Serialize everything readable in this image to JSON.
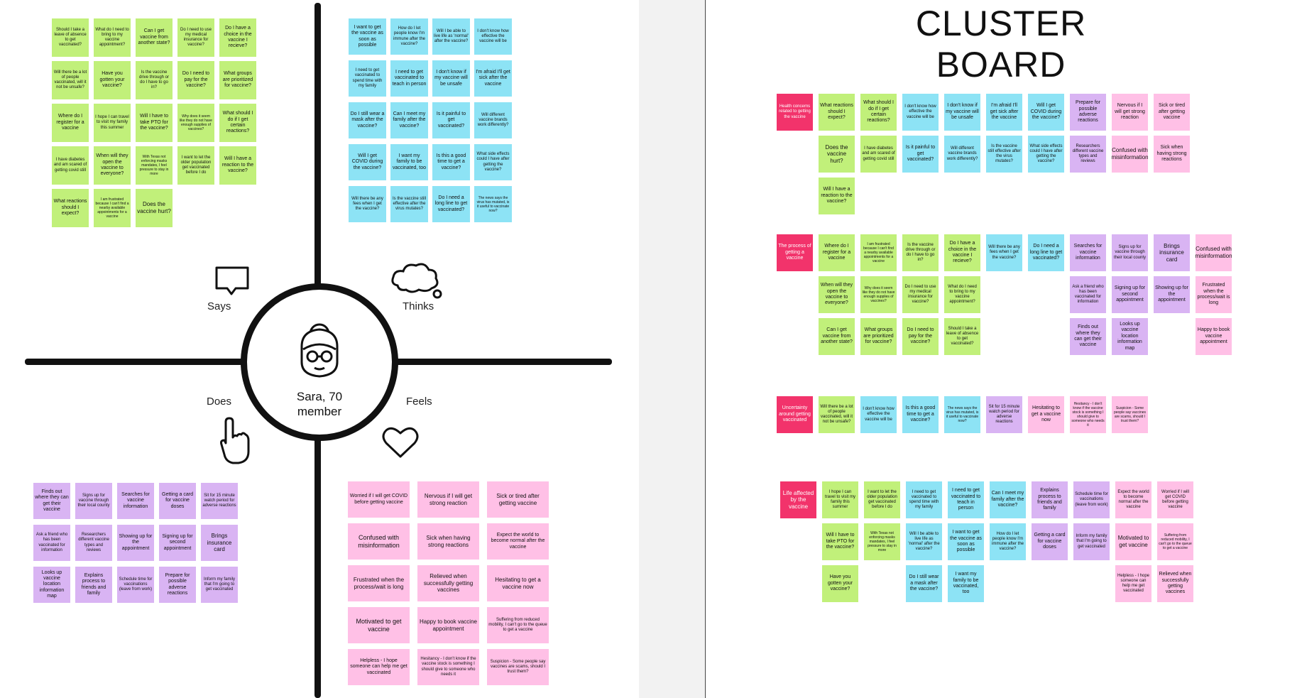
{
  "title": "CLUSTER BOARD",
  "empathy_map": {
    "persona": {
      "name": "Sara, 70",
      "role": "member"
    },
    "quadrants": {
      "says": {
        "label": "Says",
        "color": "#c1f07a",
        "notes": [
          "Should I take a leave of absence to get vaccinated?",
          "What do I need to bring to my vaccine appointment?",
          "Can I get vaccine from another state?",
          "Do I need to use my medical insurance for vaccine?",
          "Do I have a choice in the vaccine I recieve?",
          "Will there be a lot of people vaccinated, will it not be unsafe?",
          "Have you gotten your vaccine?",
          "Is the vaccine drive through or do I have to go in?",
          "Do I need to pay for the vaccine?",
          "What groups are prioritized for vaccine?",
          "Where do I register for a vaccine",
          "I hope I can travel to visit my family this summer",
          "Will I have to take PTO for the vaccine?",
          "Why does it seem like they do not have enough supplies of vaccines?",
          "What should I do if I get certain reactions?",
          "I have diabetes and am scared of getting covid still",
          "When will they open the vaccine to everyone?",
          "With Texas not enforcing masks mandates, I feel pressure to stay in more",
          "I want to let the older population get vaccinated before I do",
          "Will I have a reaction to the vaccine?",
          "What reactions should I expect?",
          "I am frustrated because I can't find a nearby available appointments for a vaccine",
          "Does the vaccine hurt?"
        ]
      },
      "thinks": {
        "label": "Thinks",
        "color": "#8de3f5",
        "notes": [
          "I want to get the vaccine as soon as possible",
          "How do I let people know I'm immune after the vaccine?",
          "Will I be able to live life as 'normal' after the vaccine?",
          "I don't know how effective the vaccine will be",
          "I need to get vaccinated to spend time with my family",
          "I need to get vaccinated to teach in person",
          "I don't know if my vaccine will be unsafe",
          "I'm afraid I'll get sick after the vaccine",
          "Do I still wear a mask after the vaccine?",
          "Can I meet my family after the vaccine?",
          "Is it painful to get vaccinated?",
          "Will different vaccine brands work differently?",
          "Will I get COVID during the vaccine?",
          "I want my family to be vaccinated, too",
          "Is this a good time to get a vaccine?",
          "What side effects could I have after getting the vaccine?",
          "Will there be any fees when I get the vaccine?",
          "Is the vaccine still effective after the virus mutates?",
          "Do I need a long line to get vaccinated?",
          "The news says the virus has mutated, is it useful to vaccinate now?"
        ]
      },
      "does": {
        "label": "Does",
        "color": "#d9b4f3",
        "notes": [
          "Finds out where they can get their vaccine",
          "Signs up for vaccine through their local county",
          "Searches for vaccine information",
          "Getting a card for vaccine doses",
          "Sit for 15 minute watch period for adverse reactions",
          "Ask a friend who has been vaccinated for information",
          "Researchers different vaccine types and reviews",
          "Showing up for the appointment",
          "Signing up for second appointment",
          "Brings insurance card",
          "Looks up vaccine location information map",
          "Explains process to friends and family",
          "Schedule time for vaccinations (leave from work)",
          "Prepare for possible adverse reactions",
          "Inform my family that I'm going to get vaccinated"
        ]
      },
      "feels": {
        "label": "Feels",
        "color": "#ffc0e6",
        "notes": [
          "Worried if I will get COVID before getting vaccine",
          "Nervous if I will get strong reaction",
          "Sick or tired after getting vaccine",
          "Confused with misinformation",
          "Sick when having strong reactions",
          "Expect the world to become normal after the vaccine",
          "Frustrated when the process/wait is long",
          "Relieved when successfully getting vaccines",
          "Hesitating to get a vaccine now",
          "Motivated to get vaccine",
          "Happy to book vaccine appointment",
          "Suffering from reduced mobility, I can't go to the queue to get a vaccine",
          "Helpless - I hope someone can help me get vaccinated",
          "Hesitancy - I don't know if the vaccine stock is something I should give to someone who needs it",
          "Suspicion - Some people say vaccines are scams, should I trust them?"
        ]
      }
    }
  },
  "cluster_board": {
    "clusters": [
      {
        "header": "Health concerns related to getting the vaccine",
        "rows": [
          [
            {
              "text": "What reactions should I expect?",
              "color": "green"
            },
            {
              "text": "What should I do if I get certain reactions?",
              "color": "green"
            },
            {
              "text": "I don't know how effective the vaccine will be",
              "color": "blue"
            },
            {
              "text": "I don't know if my vaccine will be unsafe",
              "color": "blue"
            },
            {
              "text": "I'm afraid I'll get sick after the vaccine",
              "color": "blue"
            },
            {
              "text": "Will I get COVID during the vaccine?",
              "color": "blue"
            },
            {
              "text": "Prepare for possible adverse reactions",
              "color": "purple"
            },
            {
              "text": "Nervous if I will get strong reaction",
              "color": "pink"
            },
            {
              "text": "Sick or tired after getting vaccine",
              "color": "pink"
            }
          ],
          [
            {
              "text": "Does the vaccine hurt?",
              "color": "green"
            },
            {
              "text": "I have diabetes and am scared of getting covid still",
              "color": "green"
            },
            {
              "text": "Is it painful to get vaccinated?",
              "color": "blue"
            },
            {
              "text": "Will different vaccine brands work differently?",
              "color": "blue"
            },
            {
              "text": "Is the vaccine still effective after the virus mutates?",
              "color": "blue"
            },
            {
              "text": "What side effects could I have after getting the vaccine?",
              "color": "blue"
            },
            {
              "text": "Researchers different vaccine types and reviews",
              "color": "purple"
            },
            {
              "text": "Confused with misinformation",
              "color": "pink"
            },
            {
              "text": "Sick when having strong reactions",
              "color": "pink"
            }
          ],
          [
            {
              "text": "Will I have a reaction to the vaccine?",
              "color": "green"
            }
          ]
        ]
      },
      {
        "header": "The process of getting a vaccine",
        "rows": [
          [
            {
              "text": "Where do I register for a vaccine",
              "color": "green"
            },
            {
              "text": "I am frustrated because I can't find a nearby available appointments for a vaccine",
              "color": "green"
            },
            {
              "text": "Is the vaccine drive through or do I have to go in?",
              "color": "green"
            },
            {
              "text": "Do I have a choice in the vaccine I recieve?",
              "color": "green"
            },
            {
              "text": "Will there be any fees when I get the vaccine?",
              "color": "blue"
            },
            {
              "text": "Do I need a long line to get vaccinated?",
              "color": "blue"
            },
            {
              "text": "Searches for vaccine information",
              "color": "purple"
            },
            {
              "text": "Signs up for vaccine through their local county",
              "color": "purple"
            },
            {
              "text": "Brings insurance card",
              "color": "purple"
            },
            {
              "text": "Confused with misinformation",
              "color": "pink"
            }
          ],
          [
            {
              "text": "When will they open the vaccine to everyone?",
              "color": "green"
            },
            {
              "text": "Why does it seem like they do not have enough supplies of vaccines?",
              "color": "green"
            },
            {
              "text": "Do I need to use my medical insurance for vaccine?",
              "color": "green"
            },
            {
              "text": "What do I need to bring to my vaccine appointment?",
              "color": "green"
            },
            {
              "text": "",
              "color": "none"
            },
            {
              "text": "",
              "color": "none"
            },
            {
              "text": "Ask a friend who has been vaccinated for information",
              "color": "purple"
            },
            {
              "text": "Signing up for second appointment",
              "color": "purple"
            },
            {
              "text": "Showing up for the appointment",
              "color": "purple"
            },
            {
              "text": "Frustrated when the process/wait is long",
              "color": "pink"
            }
          ],
          [
            {
              "text": "Can I get vaccine from another state?",
              "color": "green"
            },
            {
              "text": "What groups are prioritized for vaccine?",
              "color": "green"
            },
            {
              "text": "Do I need to pay for the vaccine?",
              "color": "green"
            },
            {
              "text": "Should I take a leave of absence to get vaccinated?",
              "color": "green"
            },
            {
              "text": "",
              "color": "none"
            },
            {
              "text": "",
              "color": "none"
            },
            {
              "text": "Finds out where they can get their vaccine",
              "color": "purple"
            },
            {
              "text": "Looks up vaccine location information map",
              "color": "purple"
            },
            {
              "text": "",
              "color": "none"
            },
            {
              "text": "Happy to book vaccine appointment",
              "color": "pink"
            }
          ]
        ]
      },
      {
        "header": "Uncertainty around getting vaccinated",
        "rows": [
          [
            {
              "text": "Will there be a lot of people vaccinated, will it not be unsafe?",
              "color": "green"
            },
            {
              "text": "I don't know how effective the vaccine will be",
              "color": "blue"
            },
            {
              "text": "Is this a good time to get a vaccine?",
              "color": "blue"
            },
            {
              "text": "The news says the virus has mutated, is it useful to vaccinate now?",
              "color": "blue"
            },
            {
              "text": "Sit for 15 minute watch period for adverse reactions",
              "color": "purple"
            },
            {
              "text": "Hesitating to get a vaccine now",
              "color": "pink"
            },
            {
              "text": "Hesitancy - I don't know if the vaccine stock is something I should give to someone who needs it",
              "color": "pink"
            },
            {
              "text": "Suspicion - Some people say vaccines are scams, should I trust them?",
              "color": "pink"
            }
          ]
        ]
      },
      {
        "header": "Life affected by the vaccine",
        "rows": [
          [
            {
              "text": "I hope I can travel to visit my family this summer",
              "color": "green"
            },
            {
              "text": "I want to let the older population get vaccinated before I do",
              "color": "green"
            },
            {
              "text": "I need to get vaccinated to spend time with my family",
              "color": "blue"
            },
            {
              "text": "I need to get vaccinated to teach in person",
              "color": "blue"
            },
            {
              "text": "Can I meet my family after the vaccine?",
              "color": "blue"
            },
            {
              "text": "Explains process to friends and family",
              "color": "purple"
            },
            {
              "text": "Schedule time for vaccinations (leave from work)",
              "color": "purple"
            },
            {
              "text": "Expect the world to become normal after the vaccine",
              "color": "pink"
            },
            {
              "text": "Worried if I will get COVID before getting vaccine",
              "color": "pink"
            }
          ],
          [
            {
              "text": "Will I have to take PTO for the vaccine?",
              "color": "green"
            },
            {
              "text": "With Texas not enforcing masks mandates, I feel pressure to stay in more",
              "color": "green"
            },
            {
              "text": "Will I be able to live life as 'normal' after the vaccine?",
              "color": "blue"
            },
            {
              "text": "I want to get the vaccine as soon as possible",
              "color": "blue"
            },
            {
              "text": "How do I let people know I'm immune after the vaccine?",
              "color": "blue"
            },
            {
              "text": "Getting a card for vaccine doses",
              "color": "purple"
            },
            {
              "text": "Inform my family that I'm going to get vaccinated",
              "color": "purple"
            },
            {
              "text": "Motivated to get vaccine",
              "color": "pink"
            },
            {
              "text": "Suffering from reduced mobility, I can't go to the queue to get a vaccine",
              "color": "pink"
            }
          ],
          [
            {
              "text": "Have you gotten your vaccine?",
              "color": "green"
            },
            {
              "text": "",
              "color": "none"
            },
            {
              "text": "Do I still wear a mask after the vaccine?",
              "color": "blue"
            },
            {
              "text": "I want my family to be vaccinated, too",
              "color": "blue"
            },
            {
              "text": "",
              "color": "none"
            },
            {
              "text": "",
              "color": "none"
            },
            {
              "text": "",
              "color": "none"
            },
            {
              "text": "Helpless - I hope someone can help me get vaccinated",
              "color": "pink"
            },
            {
              "text": "Relieved when successfully getting vaccines",
              "color": "pink"
            }
          ]
        ]
      }
    ]
  }
}
